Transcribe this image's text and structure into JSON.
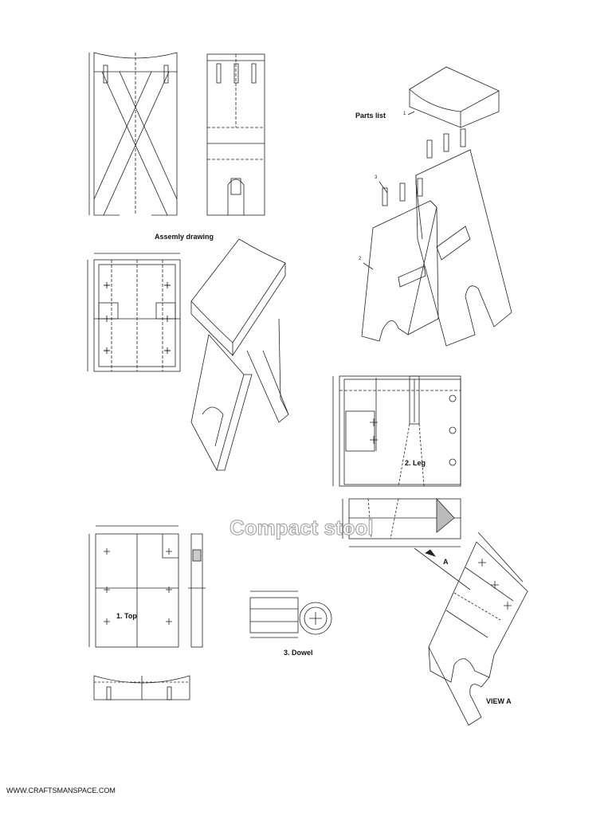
{
  "labels": {
    "assembly": "Assemly drawing",
    "parts_list": "Parts list",
    "leg": "2. Leg",
    "top": "1. Top",
    "dowel": "3. Dowel",
    "view_a": "VIEW A",
    "arrow_a": "A",
    "title": "Compact stool",
    "footer": "WWW.CRAFTSMANSPACE.COM"
  },
  "callouts": {
    "top": "1",
    "dowel": "3",
    "leg": "2"
  },
  "colors": {
    "line": "#222222",
    "title_outline": "#9a9a9a"
  }
}
